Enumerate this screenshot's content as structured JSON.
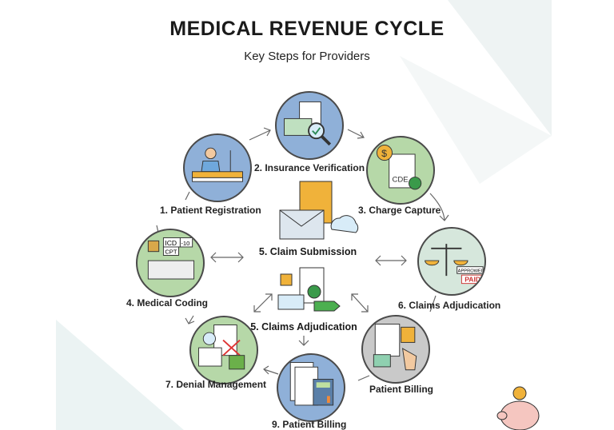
{
  "header": {
    "title": "MEDICAL REVENUE CYCLE",
    "subtitle": "Key Steps for Providers"
  },
  "steps": [
    {
      "label": "1. Patient Registration",
      "icon": "patient-bed-icon",
      "color": "#8fb0d8"
    },
    {
      "label": "2. Insurance Verification",
      "icon": "insurance-card-magnifier-icon",
      "color": "#8fb0d8"
    },
    {
      "label": "3. Charge Capture",
      "icon": "charge-document-icon",
      "color": "#b6d8a8"
    },
    {
      "label": "4. Medical Coding",
      "icon": "coding-keyboard-icon",
      "color": "#b6d8a8"
    },
    {
      "label": "5. Claim Submission",
      "icon": "envelope-cloud-icon"
    },
    {
      "label": "6. Claims Adjudication",
      "icon": "scales-icon",
      "color": "#d6e7dc"
    },
    {
      "label": "5. Claims Adjudication",
      "icon": "claim-documents-icon"
    },
    {
      "label": "7. Denial Management",
      "icon": "bank-denial-icon",
      "color": "#b6d8a8"
    },
    {
      "label": "Patient Billing",
      "icon": "puzzle-hand-icon",
      "color": "#c9c9c9"
    },
    {
      "label": "9. Patient Billing",
      "icon": "calculator-icon",
      "color": "#8fb0d8"
    }
  ],
  "icon_text": {
    "cde": "CDE",
    "icd": "ICD",
    "ten": "-10",
    "cpt": "CPT",
    "approved": "APPROWEL",
    "paid": "PAID"
  }
}
